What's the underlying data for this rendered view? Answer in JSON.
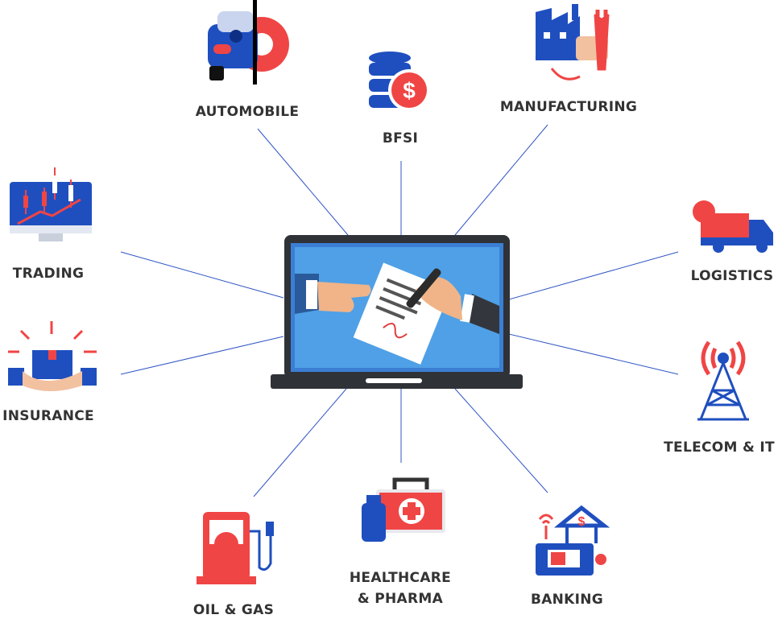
{
  "center": {
    "illustration": "laptop-document-signing"
  },
  "industries": [
    {
      "label": "AUTOMOBILE",
      "icon": "car-gear-icon"
    },
    {
      "label": "BFSI",
      "icon": "coins-dollar-icon"
    },
    {
      "label": "MANUFACTURING",
      "icon": "factory-wrench-icon"
    },
    {
      "label": "TRADING",
      "icon": "candlestick-monitor-icon"
    },
    {
      "label": "LOGISTICS",
      "icon": "truck-globe-icon"
    },
    {
      "label": "INSURANCE",
      "icon": "hands-box-icon"
    },
    {
      "label": "TELECOM & IT",
      "icon": "signal-tower-icon"
    },
    {
      "label_line1": "HEALTHCARE",
      "label_line2": "& PHARMA",
      "icon": "medical-kit-icon"
    },
    {
      "label": "OIL & GAS",
      "icon": "fuel-pump-icon"
    },
    {
      "label": "BANKING",
      "icon": "bank-atm-icon"
    }
  ],
  "colors": {
    "blue": "#1f4fbf",
    "red": "#f04545",
    "screen": "#4fa0e6",
    "frame": "#2f3237",
    "line": "#2f55c4",
    "text": "#333333"
  }
}
